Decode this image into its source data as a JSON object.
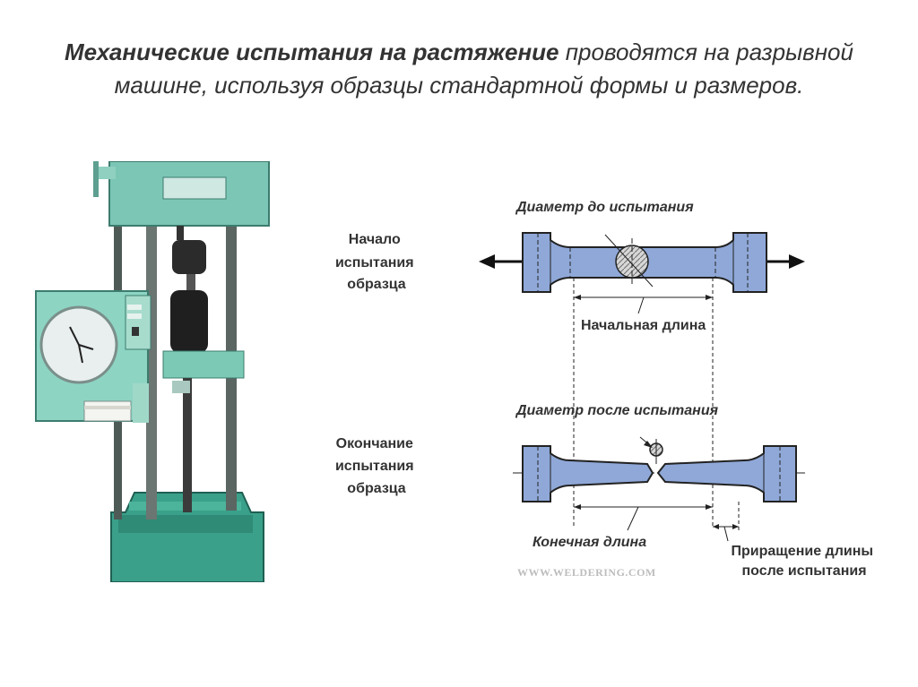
{
  "title": {
    "bold": "Механические испытания на растяжение",
    "rest": " проводятся на разрывной машине, используя образцы стандартной формы и размеров."
  },
  "diagram": {
    "start_label": [
      "Начало",
      "испытания",
      "образца"
    ],
    "end_label": [
      "Окончание",
      "испытания",
      "образца"
    ],
    "diameter_before": "Диаметр до испытания",
    "initial_length": "Начальная длина",
    "diameter_after": "Диаметр после испытания",
    "final_length": "Конечная длина",
    "elongation": [
      "Приращение длины",
      "после испытания"
    ],
    "watermark": "WWW.WELDERING.COM"
  },
  "colors": {
    "specimen_fill": "#8fa8d8",
    "machine_green": "#6fbfae",
    "arrow": "#111111"
  }
}
